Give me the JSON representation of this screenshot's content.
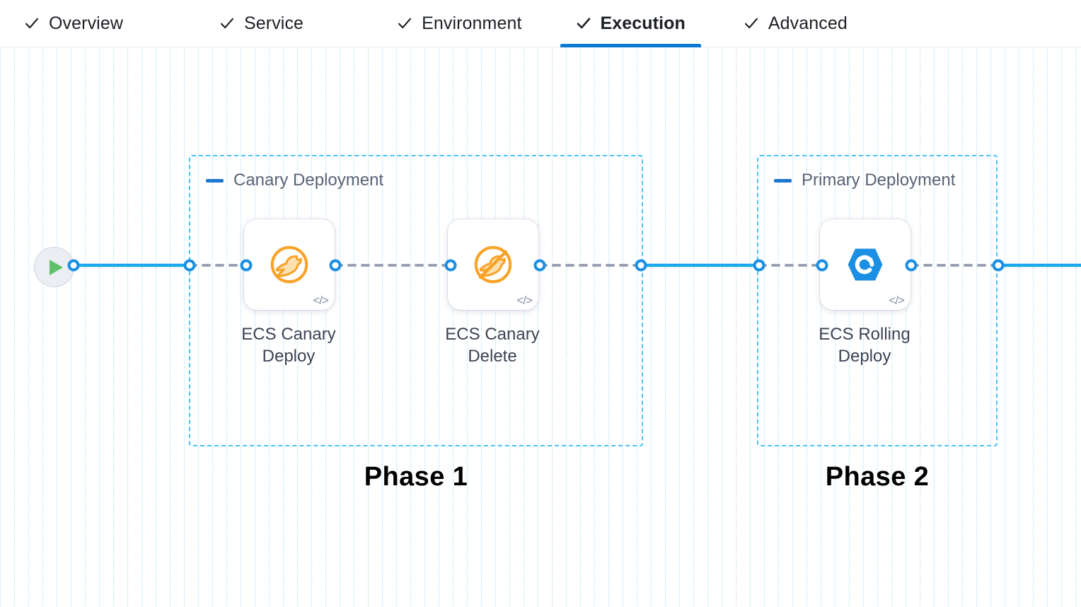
{
  "tabs": [
    {
      "id": "overview",
      "label": "Overview",
      "icon": "check-icon",
      "active": false,
      "completed": true
    },
    {
      "id": "service",
      "label": "Service",
      "icon": "check-icon",
      "active": false,
      "completed": true
    },
    {
      "id": "environment",
      "label": "Environment",
      "icon": "check-icon",
      "active": false,
      "completed": true
    },
    {
      "id": "execution",
      "label": "Execution",
      "icon": "check-icon",
      "active": true,
      "completed": true
    },
    {
      "id": "advanced",
      "label": "Advanced",
      "icon": "check-icon",
      "active": false,
      "completed": true
    }
  ],
  "canvas": {
    "start_node": {
      "name": "pipeline-start",
      "icon": "play-icon"
    },
    "groups": [
      {
        "id": "canary",
        "title": "Canary Deployment",
        "collapse_icon": "minus-icon",
        "caption": "Phase 1"
      },
      {
        "id": "primary",
        "title": "Primary Deployment",
        "collapse_icon": "minus-icon",
        "caption": "Phase 2"
      }
    ],
    "nodes": [
      {
        "id": "canary-deploy",
        "label": "ECS Canary\nDeploy",
        "icon": "canary-deploy-icon",
        "badge": "</>"
      },
      {
        "id": "canary-delete",
        "label": "ECS Canary\nDelete",
        "icon": "canary-delete-icon",
        "badge": "</>"
      },
      {
        "id": "rolling-deploy",
        "label": "ECS Rolling\nDeploy",
        "icon": "rolling-deploy-icon",
        "badge": "</>"
      }
    ]
  },
  "colors": {
    "accent_blue": "#0b7ad4",
    "edge_blue": "#1aa7ec",
    "group_border": "#49c2f6",
    "dashed_edge": "#9aa1b2",
    "canary_orange": "#f9a228",
    "rolling_blue": "#1a8fe3",
    "play_green": "#5ec16a",
    "text_dark": "#1c2026",
    "text_muted": "#5a6376"
  }
}
